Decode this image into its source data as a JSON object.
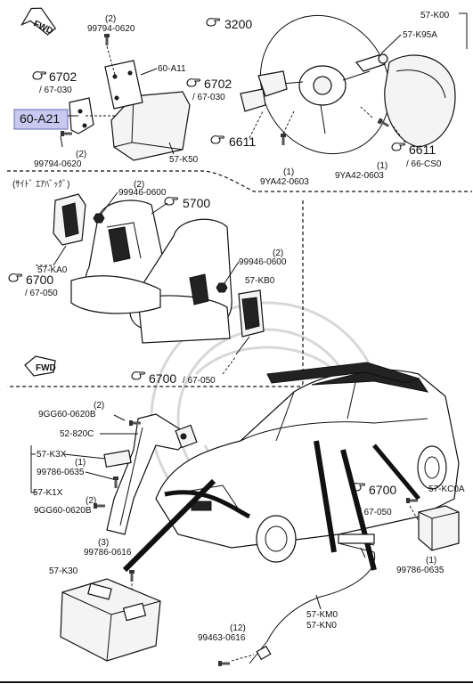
{
  "labels": {
    "fwd_top": "FWD",
    "fwd_bottom": "FWD",
    "steer_ref": "3200",
    "k00": "57-K00",
    "k95a": "57-K95A",
    "bolt_top_qty": "(2)",
    "bolt_top": "99794-0620",
    "a11": "60-A11",
    "ref_6702_left": "6702",
    "ref_6702_left_sub": "/ 67-030",
    "a21": "60-A21",
    "bolt_left_qty": "(2)",
    "bolt_left": "99794-0620",
    "k50": "57-K50",
    "ref_6702_mid": "6702",
    "ref_6702_mid_sub": "/ 67-030",
    "ref_6611_left": "6611",
    "bolt_9ya_left_qty": "(1)",
    "bolt_9ya_left": "9YA42-0603",
    "bolt_9ya_right_qty": "(1)",
    "bolt_9ya_right": "9YA42-0603",
    "ref_6611_right": "6611",
    "ref_6611_right_sub": "/ 66-CS0",
    "side_bag_title": "(ｻｲﾄﾞ ｴｱﾊﾞｯｸﾞ)",
    "nut_top_qty": "(2)",
    "nut_top": "99946-0600",
    "ref_5700": "5700",
    "ka0": "57-KA0",
    "ref_6700_left": "6700",
    "ref_6700_left_sub": "/ 67-050",
    "nut_right_qty": "(2)",
    "nut_right": "99946-0600",
    "kb0": "57-KB0",
    "ref_6700_bottom": "6700",
    "ref_6700_bottom_sub": "/ 67-050",
    "bolt_9gg_top_qty": "(2)",
    "bolt_9gg_top": "9GG60-0620B",
    "c820": "52-820C",
    "k3x": "57-K3X",
    "bolt_99786_qty": "(1)",
    "bolt_99786": "99786-0635",
    "k1x": "57-K1X",
    "bolt_9gg_bottom_qty": "(2)",
    "bolt_9gg_bottom": "9GG60-0620B",
    "ref_6700_right": "6700",
    "ref_6700_right_sub": "/ 67-050",
    "kc0a": "57-KC0A",
    "bolt_0616_qty": "(3)",
    "bolt_0616": "99786-0616",
    "k30": "57-K30",
    "bolt_0635_right_qty": "(1)",
    "bolt_0635_right": "99786-0635",
    "km0": "57-KM0",
    "kn0": "57-KN0",
    "bolt_99463_qty": "(12)",
    "bolt_99463": "99463-0616"
  },
  "colors": {
    "line": "#111111",
    "highlight_fill": "#c8c8f0",
    "highlight_border": "#6a6ab8",
    "watermark": "#d8d8d8"
  },
  "icons": {
    "reference": "reference-hand-icon",
    "forward": "fwd-arrow-icon"
  }
}
